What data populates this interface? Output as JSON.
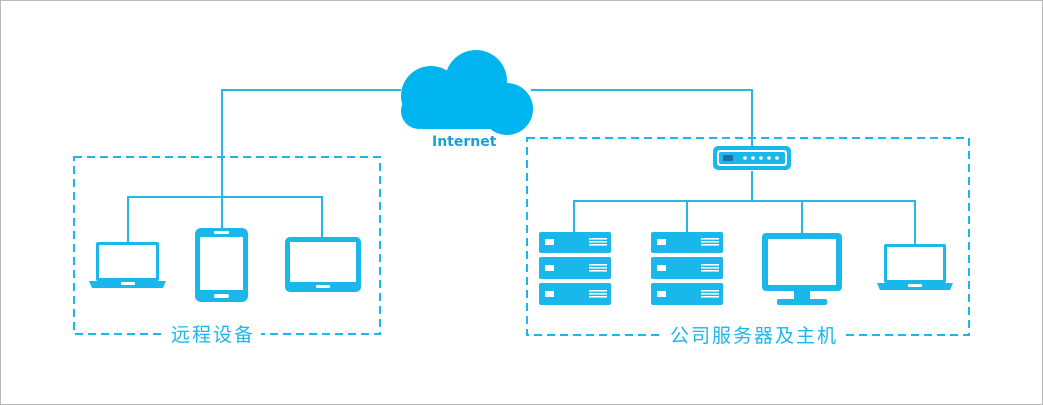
{
  "diagram": {
    "cloud_label": "Internet",
    "left_group_label": "远程设备",
    "right_group_label": "公司服务器及主机",
    "colors": {
      "accent": "#1ab7ea",
      "cloud": "#00b4f0",
      "line": "#29b6e6",
      "dark": "#1d8fc4"
    },
    "left_devices": [
      "laptop-icon",
      "smartphone-icon",
      "tablet-icon"
    ],
    "right_devices": [
      "server-rack-icon",
      "server-rack-icon",
      "monitor-icon",
      "laptop-icon"
    ],
    "hub": "network-switch-icon"
  }
}
